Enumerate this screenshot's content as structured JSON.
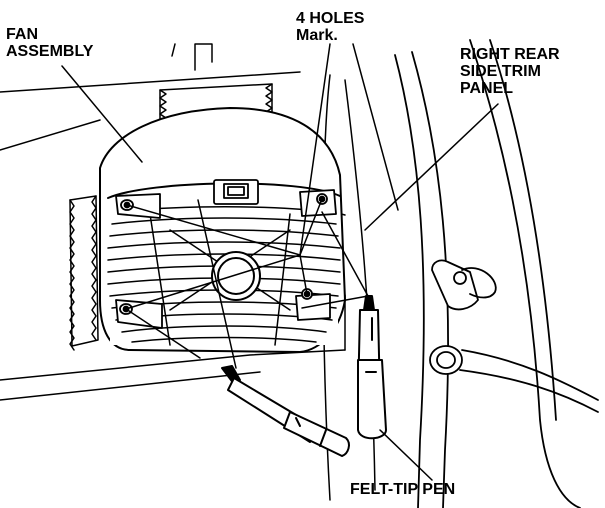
{
  "labels": {
    "fan_assembly": [
      "FAN",
      "ASSEMBLY"
    ],
    "four_holes": [
      "4 HOLES",
      "Mark."
    ],
    "right_rear_trim": [
      "RIGHT REAR",
      "SIDE TRIM",
      "PANEL"
    ],
    "felt_tip_pen": "FELT-TIP PEN"
  },
  "colors": {
    "line": "#000000",
    "fill": "#ffffff",
    "shade": "#d9d9d9"
  }
}
